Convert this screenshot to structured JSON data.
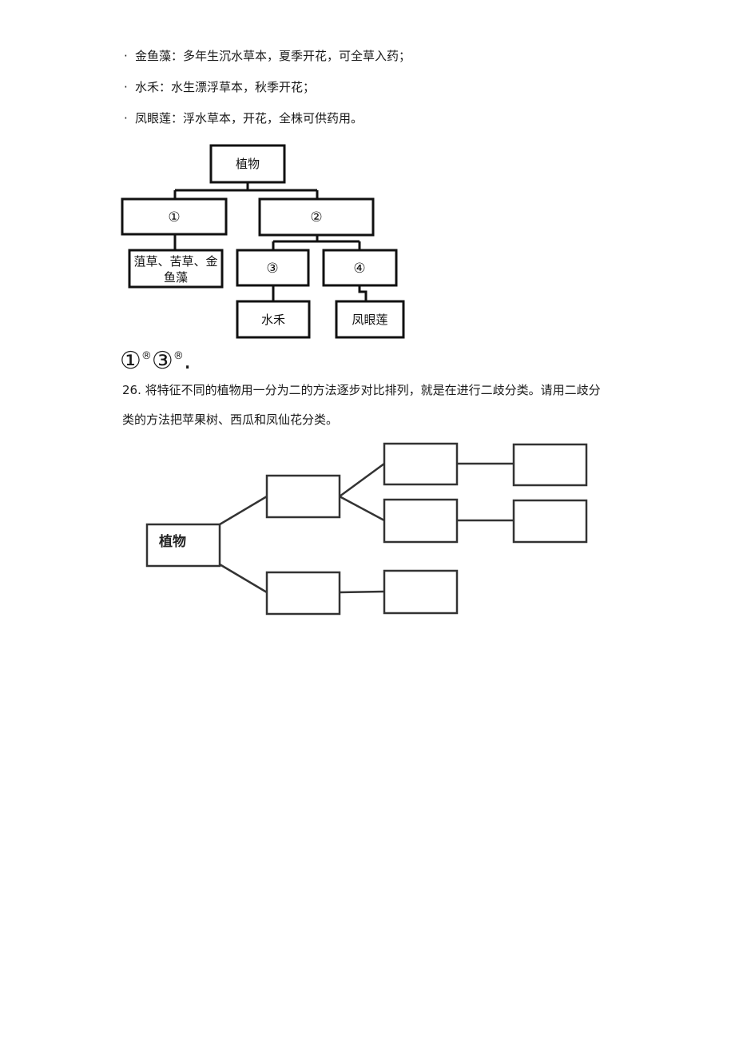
{
  "bullets": [
    {
      "marker": "·",
      "text": "金鱼藻：多年生沉水草本，夏季开花，可全草入药；"
    },
    {
      "marker": "·",
      "text": "水禾：水生漂浮草本，秋季开花；"
    },
    {
      "marker": "·",
      "text": "凤眼莲：浮水草本，开花，全株可供药用。"
    }
  ],
  "tree1": {
    "root": "植物",
    "left": "①",
    "right": "②",
    "left_child_line1": "菹草、苦草、金",
    "left_child_line2": "鱼藻",
    "right_left": "③",
    "right_right": "④",
    "right_left_child": "水禾",
    "right_right_child": "凤眼莲"
  },
  "answer": {
    "first": "①",
    "mark1": "®",
    "second": "③",
    "mark2": "®",
    "tail": "."
  },
  "question26": {
    "line1": "26. 将特征不同的植物用一分为二的方法逐步对比排列，就是在进行二歧分类。请用二歧分",
    "line2": "类的方法把苹果树、西瓜和凤仙花分类。"
  },
  "tree2": {
    "root": "植物"
  }
}
